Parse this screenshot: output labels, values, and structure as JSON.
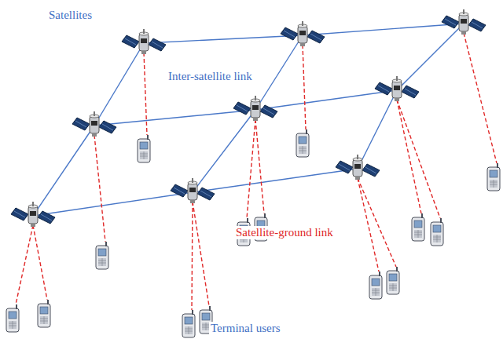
{
  "diagram": {
    "labels": [
      "Satellites",
      "Inter-satellite link",
      "Satellite-ground link",
      "Terminal users"
    ]
  }
}
